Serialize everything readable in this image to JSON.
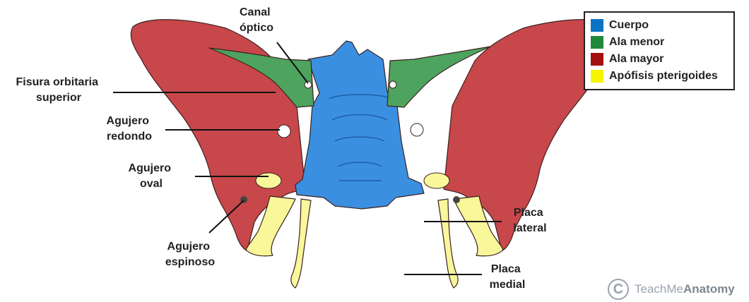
{
  "labels": {
    "canal_optico": [
      "Canal",
      "óptico"
    ],
    "fisura_orbitaria": [
      "Fisura orbitaria",
      "superior"
    ],
    "agujero_redondo": [
      "Agujero",
      "redondo"
    ],
    "agujero_oval": [
      "Agujero",
      "oval"
    ],
    "agujero_espinoso": [
      "Agujero",
      "espinoso"
    ],
    "placa_lateral": [
      "Placa",
      "lateral"
    ],
    "placa_medial": [
      "Placa",
      "medial"
    ]
  },
  "legend": [
    {
      "label": "Cuerpo",
      "color": "#0a73c4"
    },
    {
      "label": "Ala menor",
      "color": "#1f8a3c"
    },
    {
      "label": "Ala mayor",
      "color": "#a30f0f"
    },
    {
      "label": "Apófisis pterigoides",
      "color": "#f5f500"
    }
  ],
  "fills": {
    "cuerpo": "#3b8fe0",
    "ala_menor": "#4ea35e",
    "ala_mayor": "#c8474a",
    "pterigoides": "#f8f79a",
    "foramen": "#ffffff"
  },
  "brand": {
    "prefix": "TeachMe",
    "bold": "Anatomy",
    "mark": "C"
  }
}
